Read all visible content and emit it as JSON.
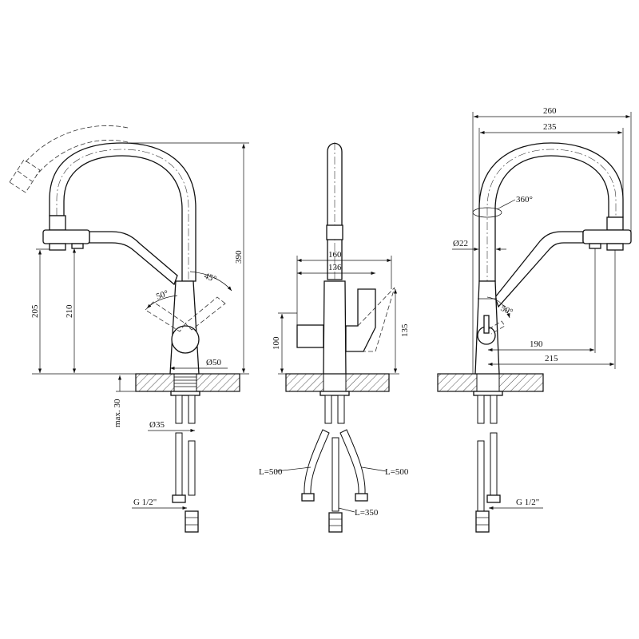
{
  "side_view_left": {
    "height_total": "390",
    "height_filter_spout": "205",
    "height_spout_nozzle": "210",
    "lever_angle_right": "45°",
    "lever_angle_left": "50°",
    "body_diameter": "Ø50",
    "max_countertop": "max. 30",
    "mount_hole_diameter": "Ø35",
    "thread": "G 1/2\""
  },
  "front_view": {
    "width_outer": "160",
    "width_inner": "136",
    "handle_height": "100",
    "lever_height": "135",
    "hose_left": "L=500",
    "hose_right": "L=500",
    "hose_center": "L=350"
  },
  "side_view_right": {
    "reach_total": "260",
    "reach_spout": "235",
    "rotation": "360°",
    "tube_diameter": "Ø22",
    "lever_angle": "50°",
    "reach_filter": "190",
    "reach_filter_outer": "215",
    "thread": "G 1/2\""
  },
  "colors": {
    "line": "#111111",
    "background": "#ffffff"
  }
}
